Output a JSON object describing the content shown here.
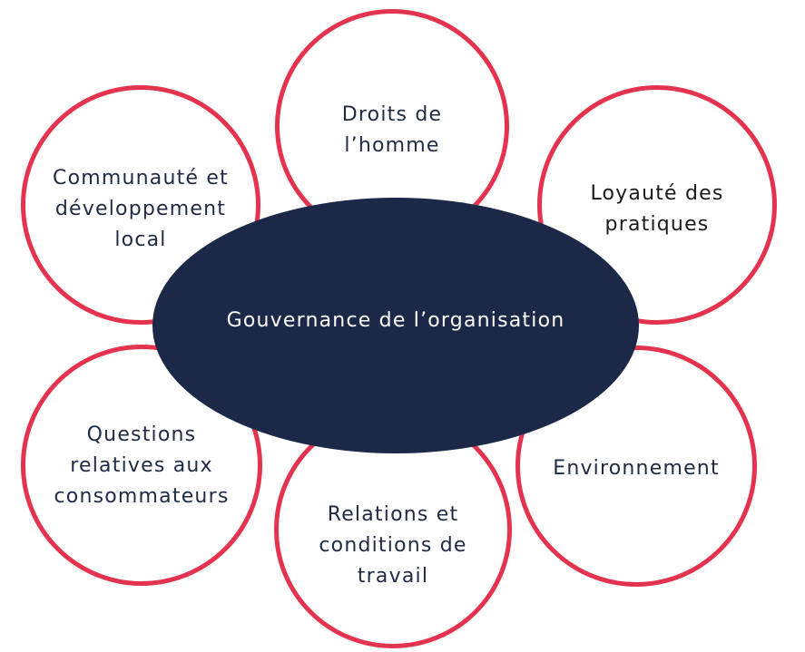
{
  "diagram": {
    "center_label": "Gouvernance de l’organisation",
    "petals": [
      {
        "id": "droits",
        "lines": [
          "Droits de",
          "l’homme"
        ]
      },
      {
        "id": "communaute",
        "lines": [
          "Communauté et",
          "développement",
          "local"
        ]
      },
      {
        "id": "loyaute",
        "lines": [
          "Loyauté des",
          "pratiques"
        ]
      },
      {
        "id": "questions",
        "lines": [
          "Questions",
          "relatives aux",
          "consommateurs"
        ]
      },
      {
        "id": "environnement",
        "lines": [
          "Environnement"
        ]
      },
      {
        "id": "relations",
        "lines": [
          "Relations et",
          "conditions de",
          "travail"
        ]
      }
    ]
  },
  "colors": {
    "petal_border": "#E4334E",
    "center_fill": "#1B2847",
    "petal_text": "#1F2A44",
    "center_text": "#FFFFFF"
  }
}
